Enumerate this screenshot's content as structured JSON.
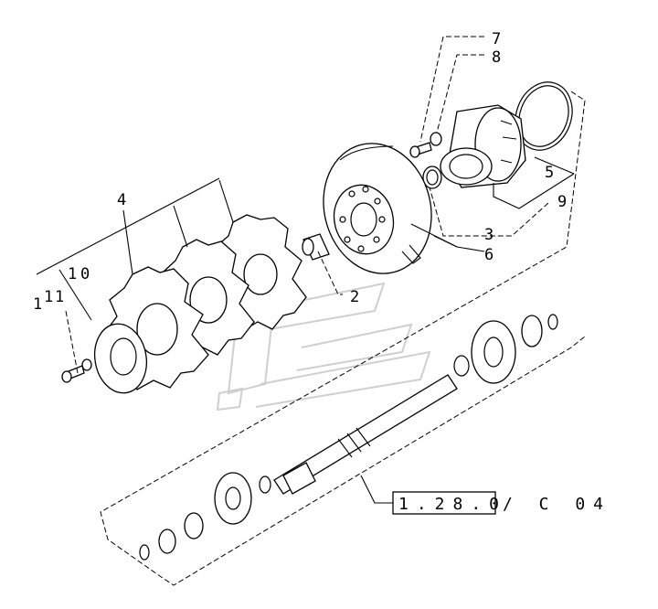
{
  "callouts": [
    "7",
    "8",
    "5",
    "9",
    "3",
    "6",
    "2",
    "4",
    "1",
    "1",
    "1",
    "1",
    "0"
  ],
  "reference": {
    "section": "1.28.0",
    "suffix": "/ C 04"
  }
}
